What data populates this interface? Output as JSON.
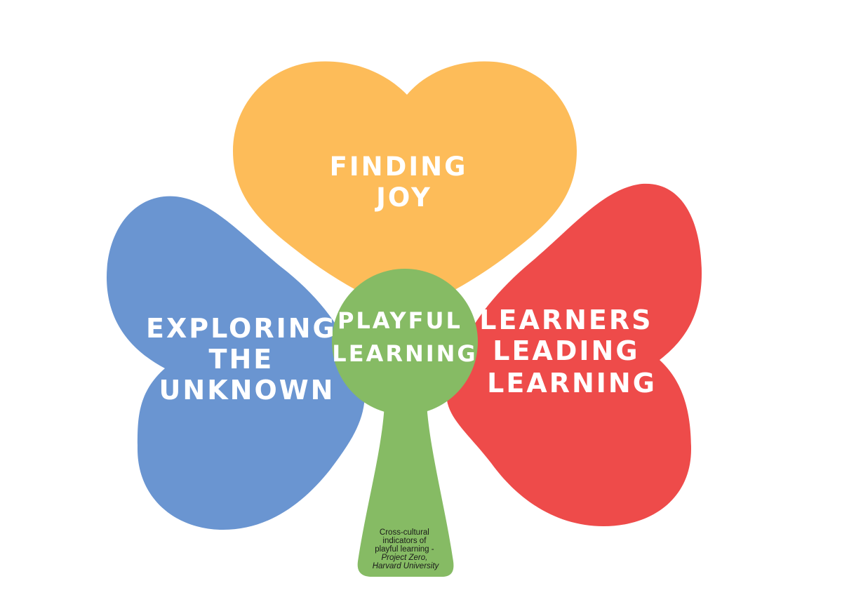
{
  "colors": {
    "top_petal": "#FDBC59",
    "left_petal": "#6A95D1",
    "right_petal": "#EE4B4A",
    "center": "#86BB64",
    "label_text": "#FFFFFF",
    "caption_text": "#1A1A1A"
  },
  "petals": {
    "top": {
      "lines": [
        "FINDING",
        "JOY"
      ]
    },
    "left": {
      "lines": [
        "EXPLORING",
        "THE",
        "UNKNOWN"
      ]
    },
    "right": {
      "lines": [
        "LEARNERS",
        "LEADING",
        "LEARNING"
      ]
    }
  },
  "center": {
    "lines": [
      "PLAYFUL",
      "LEARNING"
    ]
  },
  "stem_caption": {
    "lines": [
      "Cross-cultural",
      "indicators of",
      "playful learning -"
    ],
    "italic_lines": [
      "Project Zero,",
      "Harvard University"
    ]
  }
}
